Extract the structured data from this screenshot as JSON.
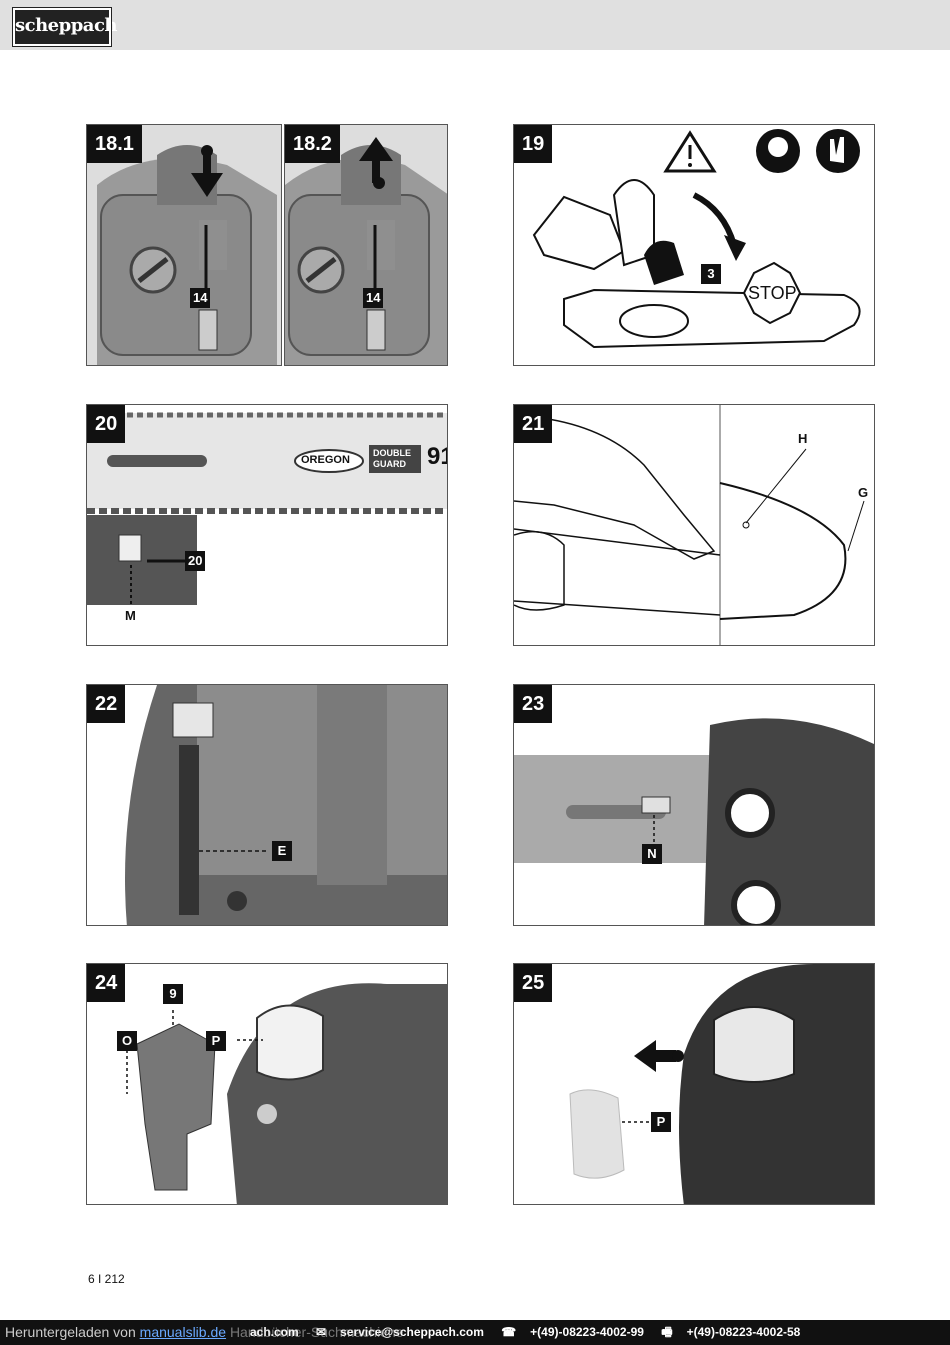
{
  "brand": "scheppach",
  "page_number": "6 I 212",
  "figures": {
    "f18_1": {
      "number": "18.1",
      "tag": "14"
    },
    "f18_2": {
      "number": "18.2",
      "tag": "14"
    },
    "f19": {
      "number": "19",
      "tag": "3",
      "stop": "STOP"
    },
    "f20": {
      "number": "20",
      "tag": "20",
      "label_m": "M",
      "bar_brand": "OREGON",
      "bar_line1": "DOUBLE",
      "bar_line2": "GUARD",
      "bar_code": "91"
    },
    "f21": {
      "number": "21",
      "label_h": "H",
      "label_g": "G"
    },
    "f22": {
      "number": "22",
      "tag": "E"
    },
    "f23": {
      "number": "23",
      "tag": "N"
    },
    "f24": {
      "number": "24",
      "tag_9": "9",
      "tag_o": "O",
      "tag_p": "P"
    },
    "f25": {
      "number": "25",
      "tag": "P"
    }
  },
  "footer": {
    "download_prefix": "Heruntergeladen von",
    "download_link": "manualslib.de",
    "download_suffix": "Handbücher-Suchmachiene",
    "website": "ach.com",
    "email": "service@scheppach.com",
    "phone": "+(49)-08223-4002-99",
    "fax": "+(49)-08223-4002-58"
  }
}
